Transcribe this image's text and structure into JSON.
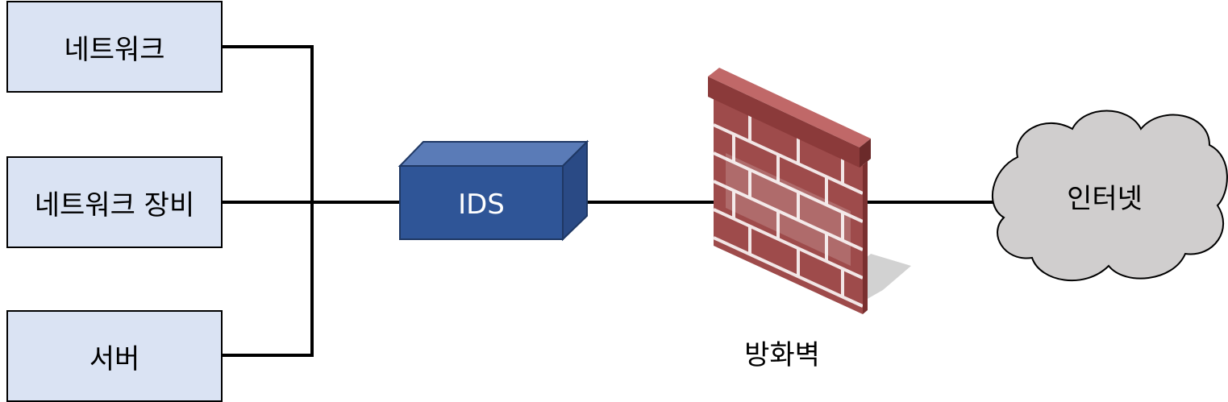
{
  "nodes": {
    "network": "네트워크",
    "network_device": "네트워크 장비",
    "server": "서버"
  },
  "ids": {
    "label": "IDS"
  },
  "firewall": {
    "label": "방화벽"
  },
  "internet": {
    "label": "인터넷"
  },
  "colors": {
    "node_fill": "#dae3f3",
    "ids_front": "#2f5597",
    "firewall_brick": "#8b3a3a",
    "cloud_fill": "#d0cece"
  }
}
